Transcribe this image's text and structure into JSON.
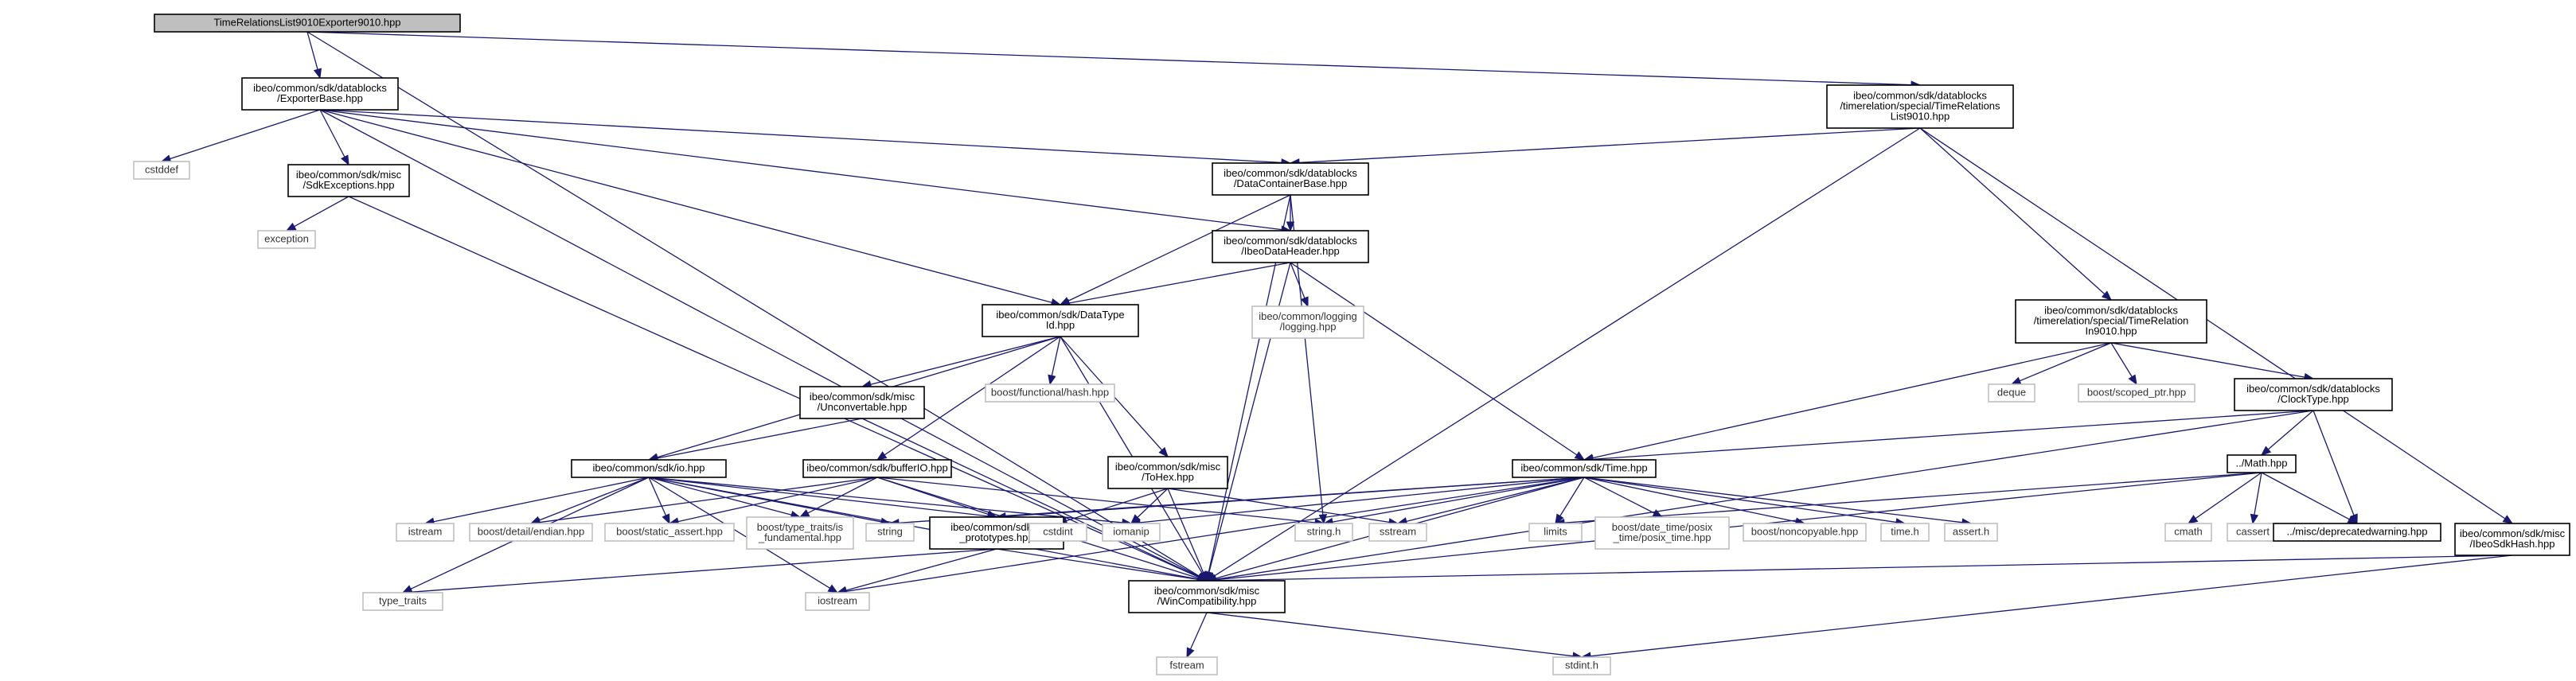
{
  "diagram": {
    "nodes": [
      {
        "id": "root",
        "kind": "focus",
        "lines": [
          "TimeRelationsList9010Exporter9010.hpp"
        ]
      },
      {
        "id": "exporterbase",
        "kind": "doc",
        "lines": [
          "ibeo/common/sdk/datablocks",
          "/ExporterBase.hpp"
        ]
      },
      {
        "id": "trl9010",
        "kind": "doc",
        "lines": [
          "ibeo/common/sdk/datablocks",
          "/timerelation/special/TimeRelations",
          "List9010.hpp"
        ]
      },
      {
        "id": "cstddef",
        "kind": "ext",
        "lines": [
          "cstddef"
        ]
      },
      {
        "id": "sdkexceptions",
        "kind": "doc",
        "lines": [
          "ibeo/common/sdk/misc",
          "/SdkExceptions.hpp"
        ]
      },
      {
        "id": "exception",
        "kind": "ext",
        "lines": [
          "exception"
        ]
      },
      {
        "id": "datacontainerbase",
        "kind": "doc",
        "lines": [
          "ibeo/common/sdk/datablocks",
          "/DataContainerBase.hpp"
        ]
      },
      {
        "id": "ibeodataheader",
        "kind": "doc",
        "lines": [
          "ibeo/common/sdk/datablocks",
          "/IbeoDataHeader.hpp"
        ]
      },
      {
        "id": "logging",
        "kind": "ext",
        "lines": [
          "ibeo/common/logging",
          "/logging.hpp"
        ]
      },
      {
        "id": "datatypeid",
        "kind": "doc",
        "lines": [
          "ibeo/common/sdk/DataType",
          "Id.hpp"
        ]
      },
      {
        "id": "unconvertable",
        "kind": "doc",
        "lines": [
          "ibeo/common/sdk/misc",
          "/Unconvertable.hpp"
        ]
      },
      {
        "id": "functionalhash",
        "kind": "ext",
        "lines": [
          "boost/functional/hash.hpp"
        ]
      },
      {
        "id": "tohex",
        "kind": "doc",
        "lines": [
          "ibeo/common/sdk/misc",
          "/ToHex.hpp"
        ]
      },
      {
        "id": "iohpp",
        "kind": "doc",
        "lines": [
          "ibeo/common/sdk/io.hpp"
        ]
      },
      {
        "id": "bufferio",
        "kind": "doc",
        "lines": [
          "ibeo/common/sdk/bufferIO.hpp"
        ]
      },
      {
        "id": "timehpp",
        "kind": "doc",
        "lines": [
          "ibeo/common/sdk/Time.hpp"
        ]
      },
      {
        "id": "tr9010",
        "kind": "doc",
        "lines": [
          "ibeo/common/sdk/datablocks",
          "/timerelation/special/TimeRelation",
          "In9010.hpp"
        ]
      },
      {
        "id": "deque",
        "kind": "ext",
        "lines": [
          "deque"
        ]
      },
      {
        "id": "scopedptr",
        "kind": "ext",
        "lines": [
          "boost/scoped_ptr.hpp"
        ]
      },
      {
        "id": "clocktype",
        "kind": "doc",
        "lines": [
          "ibeo/common/sdk/datablocks",
          "/ClockType.hpp"
        ]
      },
      {
        "id": "mathhpp",
        "kind": "doc",
        "lines": [
          "../Math.hpp"
        ]
      },
      {
        "id": "ibeosdkhash",
        "kind": "doc",
        "lines": [
          "ibeo/common/sdk/misc",
          "/IbeoSdkHash.hpp"
        ]
      },
      {
        "id": "istream",
        "kind": "ext",
        "lines": [
          "istream"
        ]
      },
      {
        "id": "endian",
        "kind": "ext",
        "lines": [
          "boost/detail/endian.hpp"
        ]
      },
      {
        "id": "staticassert",
        "kind": "ext",
        "lines": [
          "boost/static_assert.hpp"
        ]
      },
      {
        "id": "typetraitsfund",
        "kind": "ext",
        "lines": [
          "boost/type_traits/is",
          "_fundamental.hpp"
        ]
      },
      {
        "id": "string",
        "kind": "ext",
        "lines": [
          "string"
        ]
      },
      {
        "id": "ioprototypes",
        "kind": "doc",
        "lines": [
          "ibeo/common/sdk/io",
          "_prototypes.hpp"
        ]
      },
      {
        "id": "cstdint",
        "kind": "ext",
        "lines": [
          "cstdint"
        ]
      },
      {
        "id": "iomanip",
        "kind": "ext",
        "lines": [
          "iomanip"
        ]
      },
      {
        "id": "stringh",
        "kind": "ext",
        "lines": [
          "string.h"
        ]
      },
      {
        "id": "sstream",
        "kind": "ext",
        "lines": [
          "sstream"
        ]
      },
      {
        "id": "limits",
        "kind": "ext",
        "lines": [
          "limits"
        ]
      },
      {
        "id": "posixtime",
        "kind": "ext",
        "lines": [
          "boost/date_time/posix",
          "_time/posix_time.hpp"
        ]
      },
      {
        "id": "noncopyable",
        "kind": "ext",
        "lines": [
          "boost/noncopyable.hpp"
        ]
      },
      {
        "id": "timeh",
        "kind": "ext",
        "lines": [
          "time.h"
        ]
      },
      {
        "id": "asserth",
        "kind": "ext",
        "lines": [
          "assert.h"
        ]
      },
      {
        "id": "cmath",
        "kind": "ext",
        "lines": [
          "cmath"
        ]
      },
      {
        "id": "cassert",
        "kind": "ext",
        "lines": [
          "cassert"
        ]
      },
      {
        "id": "deprecatedwarning",
        "kind": "doc",
        "lines": [
          "../misc/deprecatedwarning.hpp"
        ]
      },
      {
        "id": "typetraits",
        "kind": "ext",
        "lines": [
          "type_traits"
        ]
      },
      {
        "id": "iostream",
        "kind": "ext",
        "lines": [
          "iostream"
        ]
      },
      {
        "id": "wincompat",
        "kind": "doc",
        "lines": [
          "ibeo/common/sdk/misc",
          "/WinCompatibility.hpp"
        ]
      },
      {
        "id": "fstream",
        "kind": "ext",
        "lines": [
          "fstream"
        ]
      },
      {
        "id": "stdinth",
        "kind": "ext",
        "lines": [
          "stdint.h"
        ]
      }
    ],
    "edges": [
      [
        "root",
        "exporterbase"
      ],
      [
        "root",
        "trl9010"
      ],
      [
        "root",
        "wincompat"
      ],
      [
        "exporterbase",
        "cstddef"
      ],
      [
        "exporterbase",
        "sdkexceptions"
      ],
      [
        "exporterbase",
        "datacontainerbase"
      ],
      [
        "exporterbase",
        "ibeodataheader"
      ],
      [
        "exporterbase",
        "datatypeid"
      ],
      [
        "exporterbase",
        "wincompat"
      ],
      [
        "sdkexceptions",
        "exception"
      ],
      [
        "sdkexceptions",
        "wincompat"
      ],
      [
        "trl9010",
        "datacontainerbase"
      ],
      [
        "trl9010",
        "tr9010"
      ],
      [
        "trl9010",
        "ibeosdkhash"
      ],
      [
        "trl9010",
        "wincompat"
      ],
      [
        "datacontainerbase",
        "ibeodataheader"
      ],
      [
        "datacontainerbase",
        "datatypeid"
      ],
      [
        "datacontainerbase",
        "stringh"
      ],
      [
        "datacontainerbase",
        "wincompat"
      ],
      [
        "ibeodataheader",
        "logging"
      ],
      [
        "ibeodataheader",
        "datatypeid"
      ],
      [
        "ibeodataheader",
        "timehpp"
      ],
      [
        "ibeodataheader",
        "wincompat"
      ],
      [
        "datatypeid",
        "unconvertable"
      ],
      [
        "datatypeid",
        "functionalhash"
      ],
      [
        "datatypeid",
        "tohex"
      ],
      [
        "datatypeid",
        "iohpp"
      ],
      [
        "datatypeid",
        "bufferio"
      ],
      [
        "datatypeid",
        "wincompat"
      ],
      [
        "unconvertable",
        "iohpp"
      ],
      [
        "unconvertable",
        "wincompat"
      ],
      [
        "tohex",
        "cstdint"
      ],
      [
        "tohex",
        "iomanip"
      ],
      [
        "tohex",
        "sstream"
      ],
      [
        "tohex",
        "wincompat"
      ],
      [
        "iohpp",
        "istream"
      ],
      [
        "iohpp",
        "endian"
      ],
      [
        "iohpp",
        "staticassert"
      ],
      [
        "iohpp",
        "typetraitsfund"
      ],
      [
        "iohpp",
        "string"
      ],
      [
        "iohpp",
        "ioprototypes"
      ],
      [
        "iohpp",
        "iomanip"
      ],
      [
        "iohpp",
        "typetraits"
      ],
      [
        "iohpp",
        "iostream"
      ],
      [
        "iohpp",
        "wincompat"
      ],
      [
        "bufferio",
        "endian"
      ],
      [
        "bufferio",
        "staticassert"
      ],
      [
        "bufferio",
        "typetraitsfund"
      ],
      [
        "bufferio",
        "ioprototypes"
      ],
      [
        "bufferio",
        "stringh"
      ],
      [
        "bufferio",
        "wincompat"
      ],
      [
        "ioprototypes",
        "typetraits"
      ],
      [
        "ioprototypes",
        "iostream"
      ],
      [
        "ioprototypes",
        "wincompat"
      ],
      [
        "tr9010",
        "timehpp"
      ],
      [
        "tr9010",
        "deque"
      ],
      [
        "tr9010",
        "scopedptr"
      ],
      [
        "tr9010",
        "clocktype"
      ],
      [
        "clocktype",
        "timehpp"
      ],
      [
        "clocktype",
        "mathhpp"
      ],
      [
        "clocktype",
        "deprecatedwarning"
      ],
      [
        "clocktype",
        "wincompat"
      ],
      [
        "timehpp",
        "string"
      ],
      [
        "timehpp",
        "ioprototypes"
      ],
      [
        "timehpp",
        "iomanip"
      ],
      [
        "timehpp",
        "stringh"
      ],
      [
        "timehpp",
        "sstream"
      ],
      [
        "timehpp",
        "limits"
      ],
      [
        "timehpp",
        "posixtime"
      ],
      [
        "timehpp",
        "noncopyable"
      ],
      [
        "timehpp",
        "timeh"
      ],
      [
        "timehpp",
        "asserth"
      ],
      [
        "timehpp",
        "iostream"
      ],
      [
        "timehpp",
        "wincompat"
      ],
      [
        "mathhpp",
        "limits"
      ],
      [
        "mathhpp",
        "cmath"
      ],
      [
        "mathhpp",
        "cassert"
      ],
      [
        "mathhpp",
        "deprecatedwarning"
      ],
      [
        "mathhpp",
        "wincompat"
      ],
      [
        "ibeosdkhash",
        "stdinth"
      ],
      [
        "ibeosdkhash",
        "wincompat"
      ],
      [
        "wincompat",
        "fstream"
      ],
      [
        "wincompat",
        "stdinth"
      ]
    ]
  }
}
